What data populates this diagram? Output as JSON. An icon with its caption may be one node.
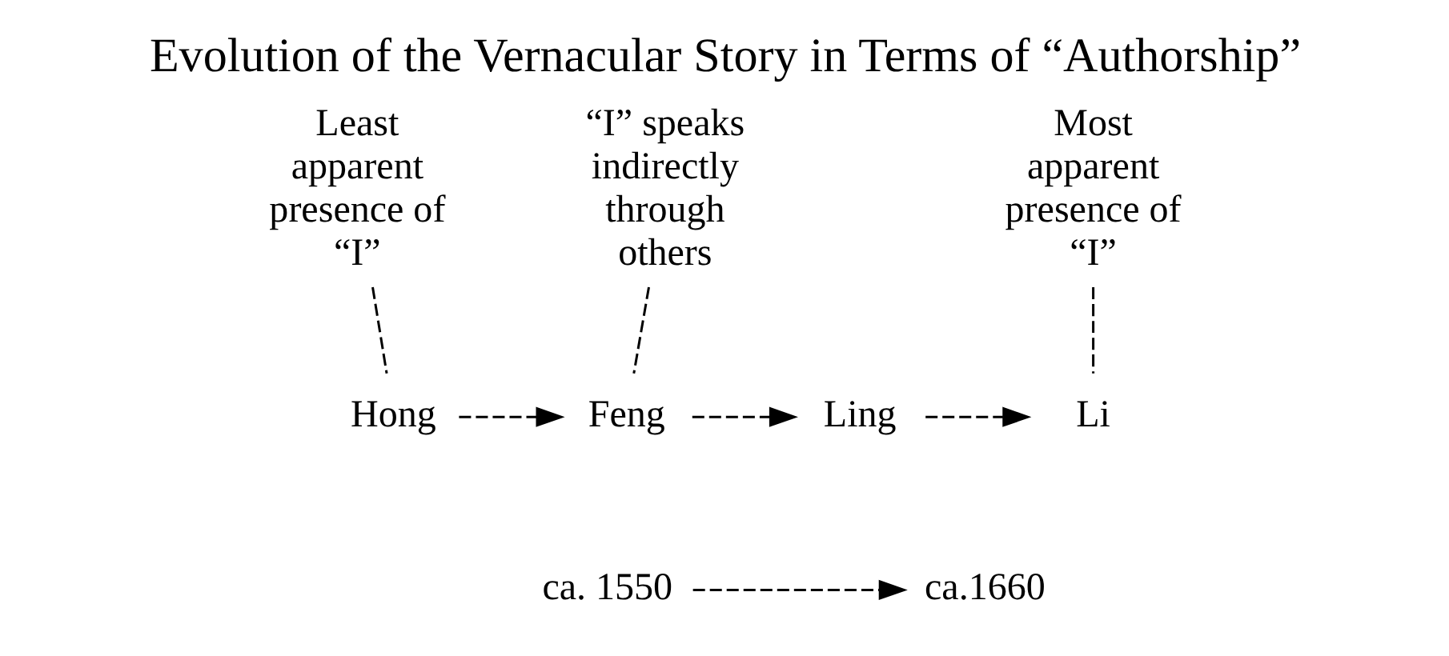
{
  "diagram": {
    "title": "Evolution of the Vernacular Story in Terms of “Authorship”",
    "nodes": [
      {
        "text": [
          "Least apparent presence of “I”"
        ]
      },
      {
        "text": [
          "“I” speaks indirectly through others"
        ]
      },
      {
        "text": [
          "Most apparent presence of “I”"
        ]
      },
      {
        "text": [
          "Hong"
        ]
      },
      {
        "text": [
          "Feng"
        ]
      },
      {
        "text": [
          "Ling"
        ]
      },
      {
        "text": [
          "Li"
        ]
      },
      {
        "text": [
          "ca. 1550"
        ]
      },
      {
        "text": [
          "ca.1660"
        ]
      }
    ],
    "edges": [
      {
        "from": 0,
        "to": 3,
        "arrow": "none",
        "style": "dashed"
      },
      {
        "from": 1,
        "to": 4,
        "arrow": "none",
        "style": "dashed"
      },
      {
        "from": 2,
        "to": 6,
        "arrow": "none",
        "style": "dashed"
      },
      {
        "from": 3,
        "to": 4,
        "arrow": "to",
        "style": "dashed"
      },
      {
        "from": 4,
        "to": 5,
        "arrow": "to",
        "style": "dashed"
      },
      {
        "from": 5,
        "to": 6,
        "arrow": "to",
        "style": "dashed"
      },
      {
        "from": 7,
        "to": 8,
        "arrow": "to",
        "style": "dashed"
      }
    ]
  }
}
